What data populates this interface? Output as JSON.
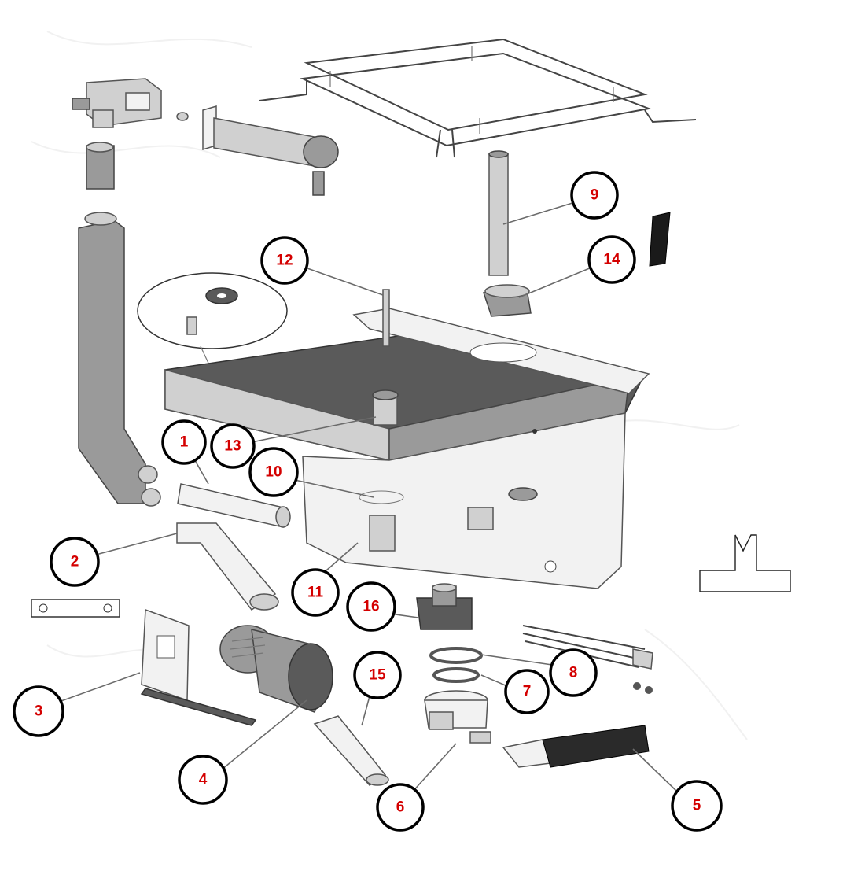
{
  "callout_color": "#d40000",
  "callouts": [
    {
      "label": "1"
    },
    {
      "label": "2"
    },
    {
      "label": "3"
    },
    {
      "label": "4"
    },
    {
      "label": "5"
    },
    {
      "label": "6"
    },
    {
      "label": "7"
    },
    {
      "label": "8"
    },
    {
      "label": "9"
    },
    {
      "label": "10"
    },
    {
      "label": "11"
    },
    {
      "label": "12"
    },
    {
      "label": "13"
    },
    {
      "label": "14"
    },
    {
      "label": "15"
    },
    {
      "label": "16"
    }
  ]
}
